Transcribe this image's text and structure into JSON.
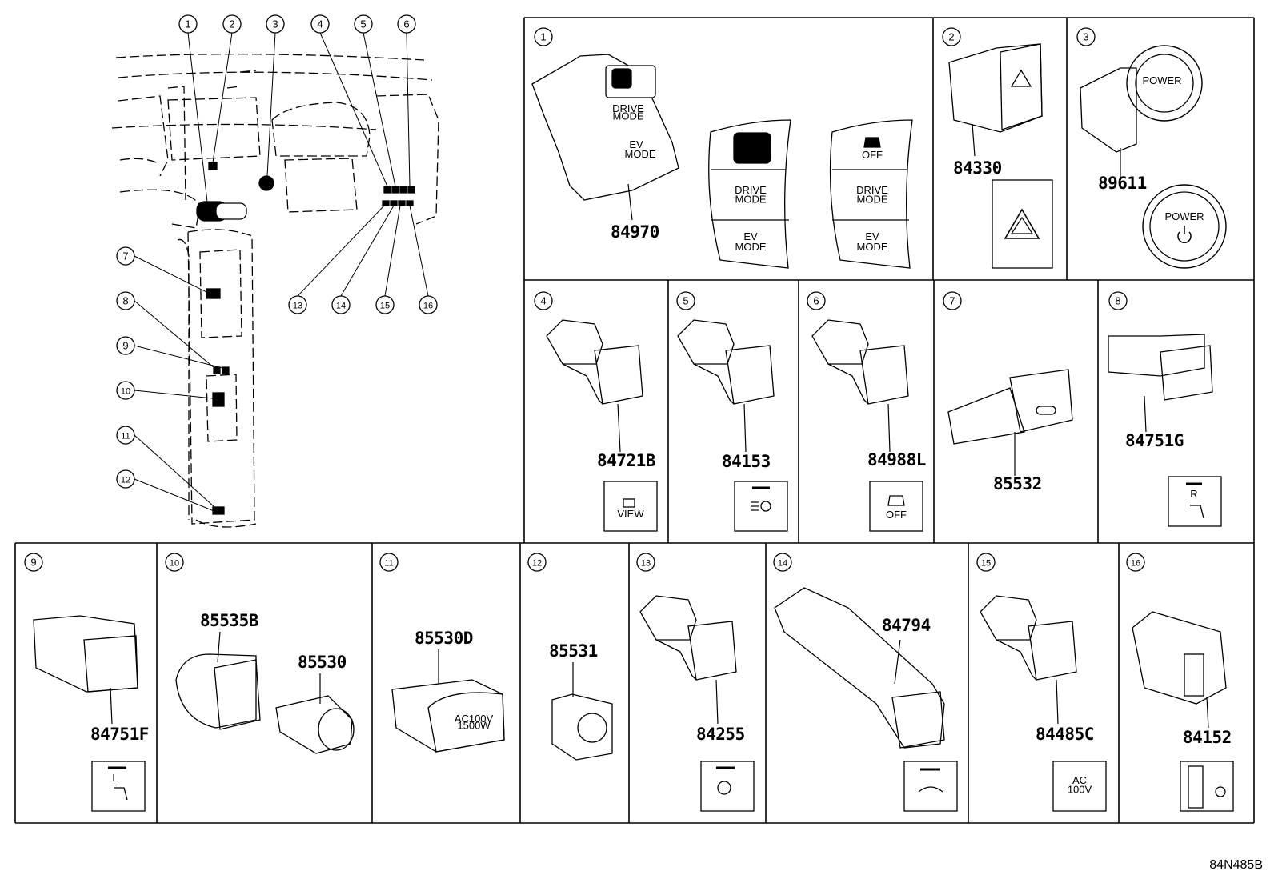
{
  "diagram_code": "84N485B",
  "overview": {
    "callouts": [
      "1",
      "2",
      "3",
      "4",
      "5",
      "6",
      "7",
      "8",
      "9",
      "10",
      "11",
      "12",
      "13",
      "14",
      "15",
      "16"
    ]
  },
  "panels": [
    {
      "num": "1",
      "parts": [
        "84970"
      ],
      "buttons": {
        "drive_mode": "DRIVE\nMODE",
        "ev": "EV",
        "mode": "MODE",
        "off": "OFF"
      }
    },
    {
      "num": "2",
      "parts": [
        "84330"
      ]
    },
    {
      "num": "3",
      "parts": [
        "89611"
      ],
      "label": "POWER"
    },
    {
      "num": "4",
      "parts": [
        "84721B"
      ],
      "label": "VIEW"
    },
    {
      "num": "5",
      "parts": [
        "84153"
      ]
    },
    {
      "num": "6",
      "parts": [
        "84988L"
      ],
      "label": "OFF"
    },
    {
      "num": "7",
      "parts": [
        "85532"
      ]
    },
    {
      "num": "8",
      "parts": [
        "84751G"
      ],
      "label": "R"
    },
    {
      "num": "9",
      "parts": [
        "84751F"
      ],
      "label": "L"
    },
    {
      "num": "10",
      "parts": [
        "85535B",
        "85530"
      ]
    },
    {
      "num": "11",
      "parts": [
        "85530D"
      ],
      "label": "AC100V\n1500W"
    },
    {
      "num": "12",
      "parts": [
        "85531"
      ]
    },
    {
      "num": "13",
      "parts": [
        "84255"
      ]
    },
    {
      "num": "14",
      "parts": [
        "84794"
      ]
    },
    {
      "num": "15",
      "parts": [
        "84485C"
      ],
      "label": "AC\n100V"
    },
    {
      "num": "16",
      "parts": [
        "84152"
      ]
    }
  ],
  "colors": {
    "line": "#000000",
    "background": "#ffffff"
  }
}
